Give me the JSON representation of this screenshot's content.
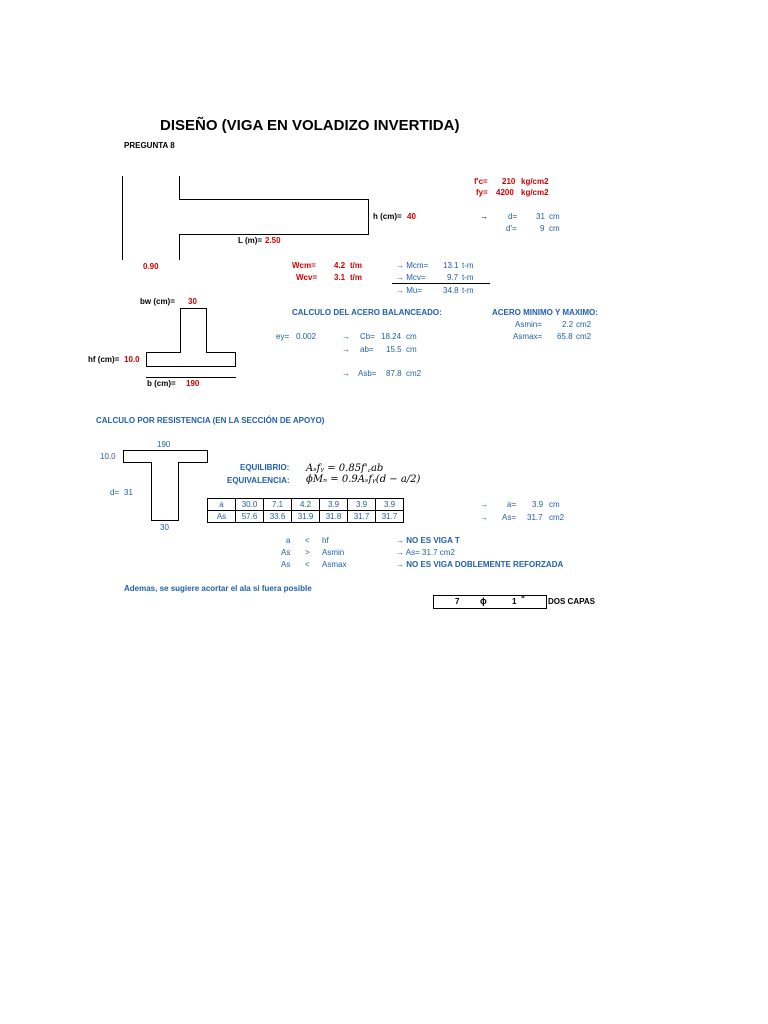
{
  "title": "DISEÑO (VIGA EN VOLADIZO INVERTIDA)",
  "question": "PREGUNTA 8",
  "materials": {
    "fc_label": "f'c=",
    "fc_value": "210",
    "fc_unit": "kg/cm2",
    "fy_label": "fy=",
    "fy_value": "4200",
    "fy_unit": "kg/cm2"
  },
  "geometry": {
    "h_label": "h (cm)=",
    "h_value": "40",
    "L_label": "L (m)=",
    "L_value": "2.50",
    "support": "0.90",
    "bw_label": "bw (cm)=",
    "bw_value": "30",
    "hf_label": "hf (cm)=",
    "hf_value": "10.0",
    "b_label": "b (cm)=",
    "b_value": "190"
  },
  "depths": {
    "arrow": "→",
    "d_label": "d=",
    "d_value": "31",
    "d_unit": "cm",
    "dp_label": "d'=",
    "dp_value": "9",
    "dp_unit": "cm"
  },
  "loads": {
    "wcm_label": "Wcm=",
    "wcm_value": "4.2",
    "wcm_unit": "t/m",
    "wcv_label": "Wcv=",
    "wcv_value": "3.1",
    "wcv_unit": "t/m",
    "mcm_label": "→ Mcm=",
    "mcm_value": "13.1",
    "mcm_unit": "t-m",
    "mcv_label": "→ Mcv=",
    "mcv_value": "9.7",
    "mcv_unit": "t-m",
    "mu_label": "→  Mu=",
    "mu_value": "34.8",
    "mu_unit": "t-m"
  },
  "balanced": {
    "header": "CALCULO DEL ACERO BALANCEADO:",
    "ey_label": "ey=",
    "ey_value": "0.002",
    "cb_label": "Cb=",
    "cb_value": "18.24",
    "cb_unit": "cm",
    "ab_label": "ab=",
    "ab_value": "15.5",
    "ab_unit": "cm",
    "asb_label": "Asb=",
    "asb_value": "87.8",
    "asb_unit": "cm2"
  },
  "minmax": {
    "header": "ACERO MINIMO Y MAXIMO:",
    "asmin_label": "Asmin=",
    "asmin_value": "2.2",
    "asmin_unit": "cm2",
    "asmax_label": "Asmax=",
    "asmax_value": "65.8",
    "asmax_unit": "cm2"
  },
  "resistance": {
    "header": "CALCULO POR RESISTENCIA (EN LA SECCIÓN DE APOYO)",
    "b_value": "190",
    "hf_value": "10.0",
    "d_label": "d=",
    "d_value": "31",
    "bw_value": "30",
    "equilibrio_label": "EQUILIBRIO:",
    "equilibrio_formula": "Aₛfᵧ = 0.85f'꜀ab",
    "equivalencia_label": "EQUIVALENCIA:",
    "equivalencia_formula": "ϕMₙ = 0.9Aₛfᵧ(d − a/2)",
    "iter_rows": [
      {
        "label": "a",
        "values": [
          "30.0",
          "7.1",
          "4.2",
          "3.9",
          "3.9",
          "3.9"
        ]
      },
      {
        "label": "As",
        "values": [
          "57.6",
          "33.6",
          "31.9",
          "31.8",
          "31.7",
          "31.7"
        ]
      }
    ],
    "a_result_label": "a=",
    "a_result_value": "3.9",
    "a_result_unit": "cm",
    "as_result_label": "As=",
    "as_result_value": "31.7",
    "as_result_unit": "cm2"
  },
  "checks": [
    {
      "left": "a",
      "op": "<",
      "right": "hf",
      "result": "→ NO ES VIGA T"
    },
    {
      "left": "As",
      "op": ">",
      "right": "Asmin",
      "result": "→    As=    31.7 cm2"
    },
    {
      "left": "As",
      "op": "<",
      "right": "Asmax",
      "result": "→ NO ES VIGA DOBLEMENTE REFORZADA"
    }
  ],
  "note": "Ademas, se sugiere acortar el ala si fuera posible",
  "rebar": {
    "count": "7",
    "symbol": "ϕ",
    "size": "1",
    "inch": "\"",
    "layers": "DOS CAPAS"
  }
}
